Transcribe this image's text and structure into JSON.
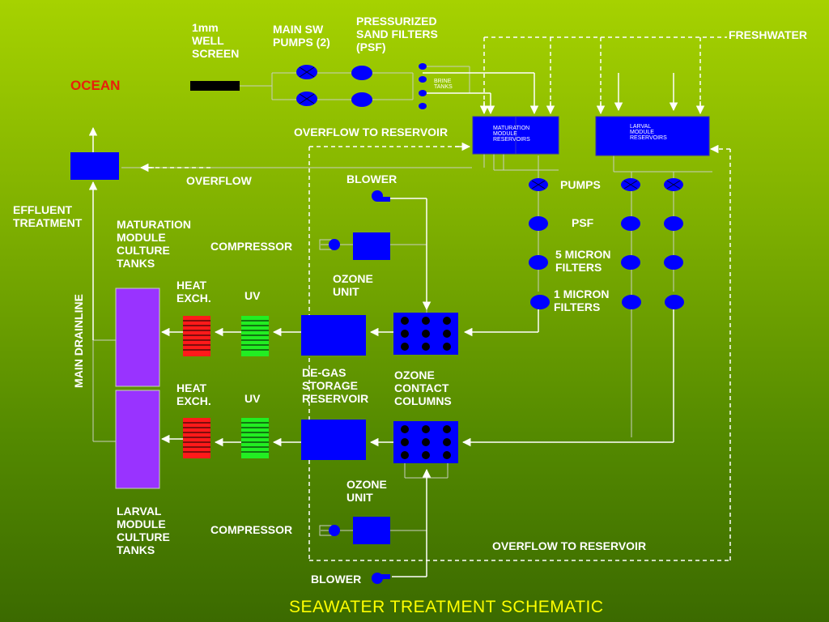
{
  "labels": {
    "well_screen": "1mm\nWELL\nSCREEN",
    "main_pumps": "MAIN SW\nPUMPS (2)",
    "psf_top": "PRESSURIZED\nSAND FILTERS\n(PSF)",
    "freshwater": "FRESHWATER",
    "ocean": "OCEAN",
    "brine_tanks": "BRINE\nTANKS",
    "overflow_reservoir_top": "OVERFLOW TO RESERVOIR",
    "maturation_reservoirs": "MATURATION\nMODULE\nRESERVOIRS",
    "larval_reservoirs": "LARVAL\nMODULE\nRESERVOIRS",
    "overflow": "OVERFLOW",
    "blower_top": "BLOWER",
    "effluent": "EFFLUENT\nTREATMENT",
    "pumps": "PUMPS",
    "psf": "PSF",
    "maturation_tanks": "MATURATION\nMODULE\nCULTURE\nTANKS",
    "compressor_top": "COMPRESSOR",
    "five_micron": "5 MICRON\nFILTERS",
    "ozone_unit_top": "OZONE\nUNIT",
    "heat_exch_top": "HEAT\nEXCH.",
    "uv_top": "UV",
    "one_micron": "1 MICRON\nFILTERS",
    "main_drainline": "MAIN DRAINLINE",
    "heat_exch_bottom": "HEAT\nEXCH.",
    "uv_bottom": "UV",
    "degas": "DE-GAS\nSTORAGE\nRESERVOIR",
    "ozone_columns": "OZONE\nCONTACT\nCOLUMNS",
    "ozone_unit_bottom": "OZONE\nUNIT",
    "larval_tanks": "LARVAL\nMODULE\nCULTURE\nTANKS",
    "compressor_bottom": "COMPRESSOR",
    "overflow_reservoir_bottom": "OVERFLOW TO RESERVOIR",
    "blower_bottom": "BLOWER",
    "title": "SEAWATER TREATMENT SCHEMATIC"
  },
  "colors": {
    "equipment": "#0000ff",
    "culture_tank": "#9933ff",
    "heat_exchanger": "#ff1a1a",
    "uv": "#22ee22",
    "ocean_text": "#e8200c",
    "title_text": "#ffff00"
  }
}
